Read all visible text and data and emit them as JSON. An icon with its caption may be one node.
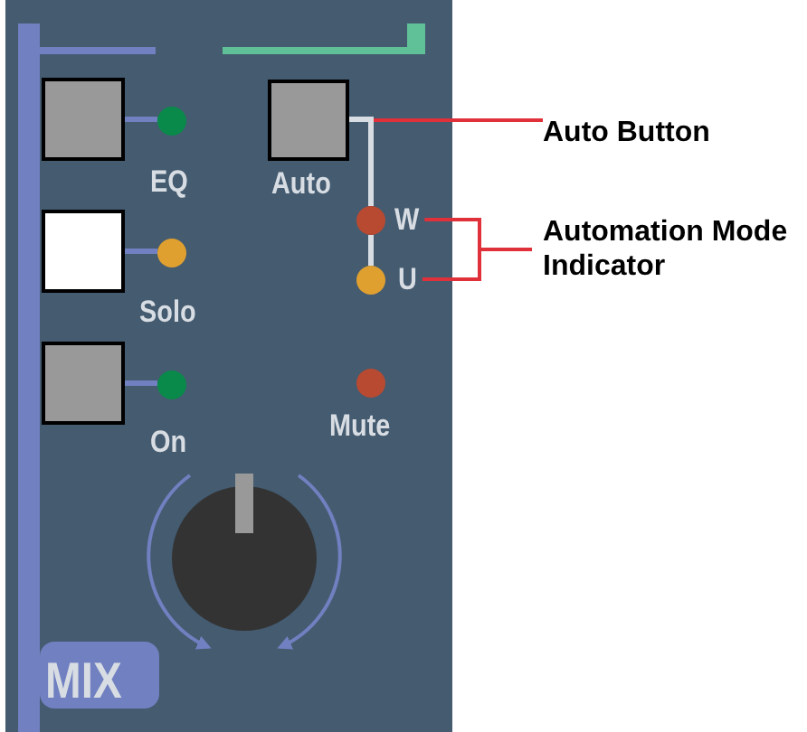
{
  "diagram": {
    "nodes": [
      {
        "text": [
          "Auto Button"
        ]
      },
      {
        "text": [
          "Automation Mode Indicator"
        ]
      },
      {
        "text": [],
        "shape": "box",
        "beside": [
          "Auto"
        ]
      },
      {
        "text": [
          "W"
        ]
      },
      {
        "text": [
          "U"
        ]
      },
      {
        "text": [],
        "shape": "circle"
      },
      {
        "text": [],
        "shape": "circle"
      },
      {
        "text": [],
        "shape": "box"
      },
      {
        "text": [],
        "shape": "circle",
        "beside": [
          "EQ"
        ]
      },
      {
        "text": [],
        "shape": "box"
      },
      {
        "text": [],
        "shape": "circle",
        "beside": [
          "Solo"
        ]
      },
      {
        "text": [],
        "shape": "box"
      },
      {
        "text": [],
        "shape": "circle",
        "beside": [
          "On"
        ]
      },
      {
        "text": [],
        "shape": "circle",
        "beside": [
          "Mute"
        ]
      }
    ],
    "edges": [
      {
        "from": 0,
        "to": 2,
        "arrow": "none",
        "color": "#e0303a"
      },
      {
        "from": 1,
        "to": 3,
        "arrow": "none",
        "color": "#e0303a"
      },
      {
        "from": 1,
        "to": 4,
        "arrow": "none",
        "color": "#e0303a"
      },
      {
        "from": 2,
        "to": 5,
        "arrow": "none",
        "color": "#d8dde3"
      },
      {
        "from": 5,
        "to": 6,
        "arrow": "none",
        "color": "#d8dde3"
      },
      {
        "from": 7,
        "to": 8,
        "arrow": "none",
        "color": "#7080c0"
      },
      {
        "from": 9,
        "to": 10,
        "arrow": "none",
        "color": "#7080c0"
      },
      {
        "from": 11,
        "to": 12,
        "arrow": "none",
        "color": "#7080c0"
      }
    ],
    "labels": [
      "MIX"
    ]
  }
}
